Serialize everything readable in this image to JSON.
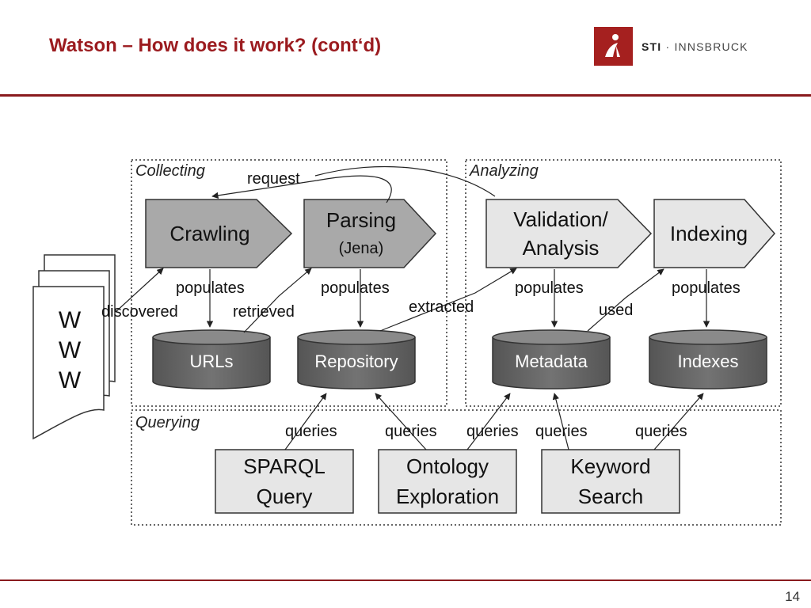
{
  "title": "Watson – How does it work? (cont‘d)",
  "logo": {
    "brand": "STI",
    "separator": " · ",
    "place": "INNSBRUCK"
  },
  "page_number": "14",
  "colors": {
    "title": "#9b1b1f",
    "rule": "#8a1b1e",
    "logo": "#a5201f"
  },
  "diagram": {
    "regions": {
      "collecting": "Collecting",
      "analyzing": "Analyzing",
      "querying": "Querying"
    },
    "www": [
      "W",
      "W",
      "W"
    ],
    "processes": {
      "crawling": "Crawling",
      "parsing": "Parsing",
      "parsing_sub": "(Jena)",
      "validation_1": "Validation/",
      "validation_2": "Analysis",
      "indexing": "Indexing"
    },
    "stores": {
      "urls": "URLs",
      "repository": "Repository",
      "metadata": "Metadata",
      "indexes": "Indexes"
    },
    "queries": {
      "sparql_1": "SPARQL",
      "sparql_2": "Query",
      "ontology_1": "Ontology",
      "ontology_2": "Exploration",
      "keyword_1": "Keyword",
      "keyword_2": "Search"
    },
    "edge_labels": {
      "request": "request",
      "populates_1": "populates",
      "populates_2": "populates",
      "populates_3": "populates",
      "populates_4": "populates",
      "discovered": "discovered",
      "retrieved": "retrieved",
      "extracted": "extracted",
      "used": "used",
      "queries_1": "queries",
      "queries_2": "queries",
      "queries_3": "queries",
      "queries_4": "queries",
      "queries_5": "queries"
    }
  }
}
